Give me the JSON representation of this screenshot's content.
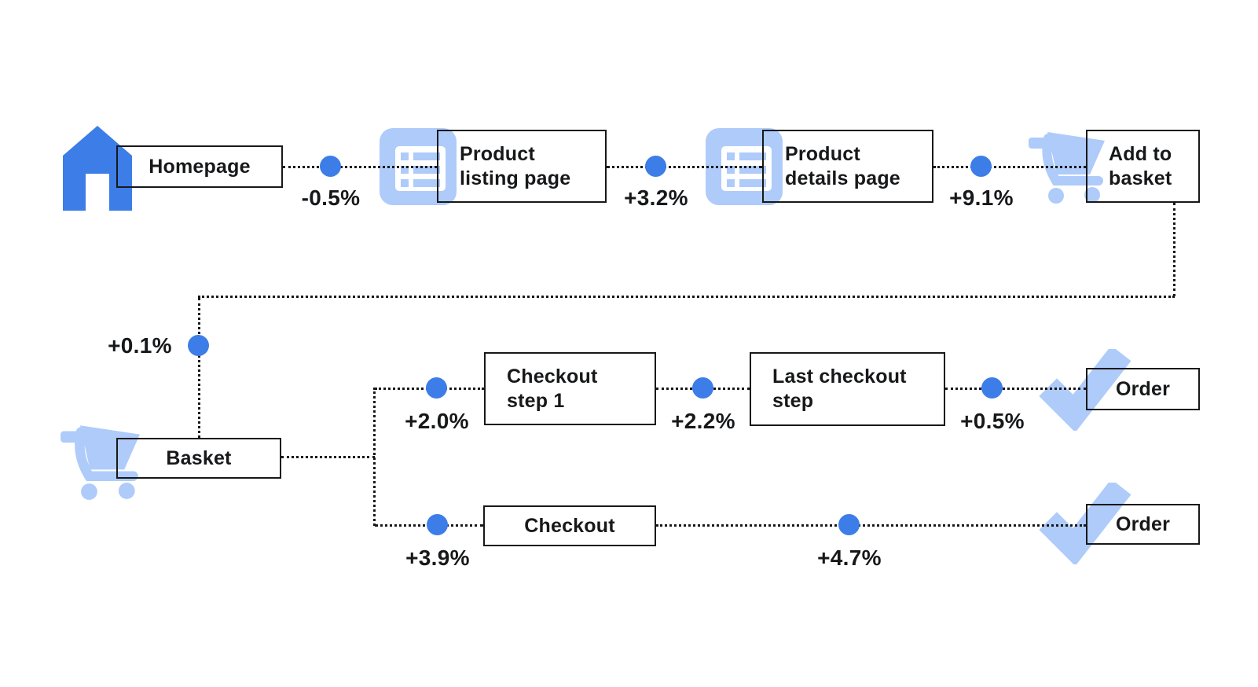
{
  "colors": {
    "accent_blue": "#3d7de8",
    "light_blue": "#aecbfa",
    "ink": "#17181a"
  },
  "nodes": {
    "homepage": {
      "label": "Homepage",
      "icon": "home-icon"
    },
    "product_listing": {
      "label": "Product\nlisting page",
      "icon": "list-icon"
    },
    "product_details": {
      "label": "Product\ndetails page",
      "icon": "list-icon"
    },
    "add_to_basket": {
      "label": "Add to\nbasket",
      "icon": "cart-icon"
    },
    "basket": {
      "label": "Basket",
      "icon": "cart-icon"
    },
    "checkout_step_1": {
      "label": "Checkout\nstep 1"
    },
    "last_checkout_step": {
      "label": "Last checkout\nstep"
    },
    "order_top": {
      "label": "Order",
      "icon": "check-icon"
    },
    "checkout": {
      "label": "Checkout"
    },
    "order_bottom": {
      "label": "Order",
      "icon": "check-icon"
    }
  },
  "deltas": {
    "homepage_to_listing": "-0.5%",
    "listing_to_details": "+3.2%",
    "details_to_add": "+9.1%",
    "add_to_basket_step": "+0.1%",
    "basket_to_checkout_step_1": "+2.0%",
    "checkout_step_1_to_last": "+2.2%",
    "last_to_order": "+0.5%",
    "basket_to_checkout": "+3.9%",
    "checkout_to_order": "+4.7%"
  }
}
